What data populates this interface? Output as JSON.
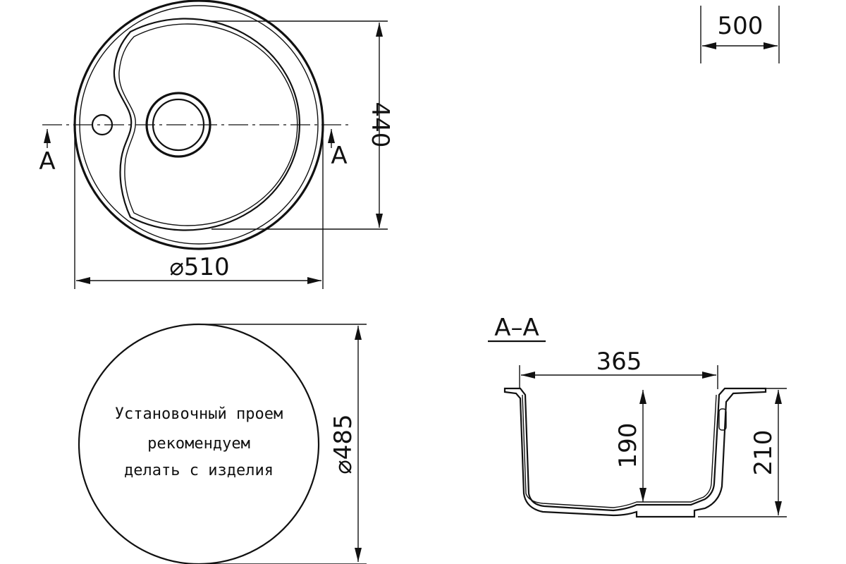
{
  "drawing": {
    "dimensions": {
      "outer_diameter": "⌀510",
      "bowl_height": "440",
      "overall_width": "500",
      "cutout_diameter": "⌀485",
      "section_width": "365",
      "bowl_depth": "190",
      "overall_depth": "210"
    },
    "section_markers": {
      "left": "A",
      "right": "A"
    },
    "section_title": "A–A",
    "cutout_note": [
      "Установочный проем",
      "рекомендуем",
      "делать с изделия"
    ]
  }
}
